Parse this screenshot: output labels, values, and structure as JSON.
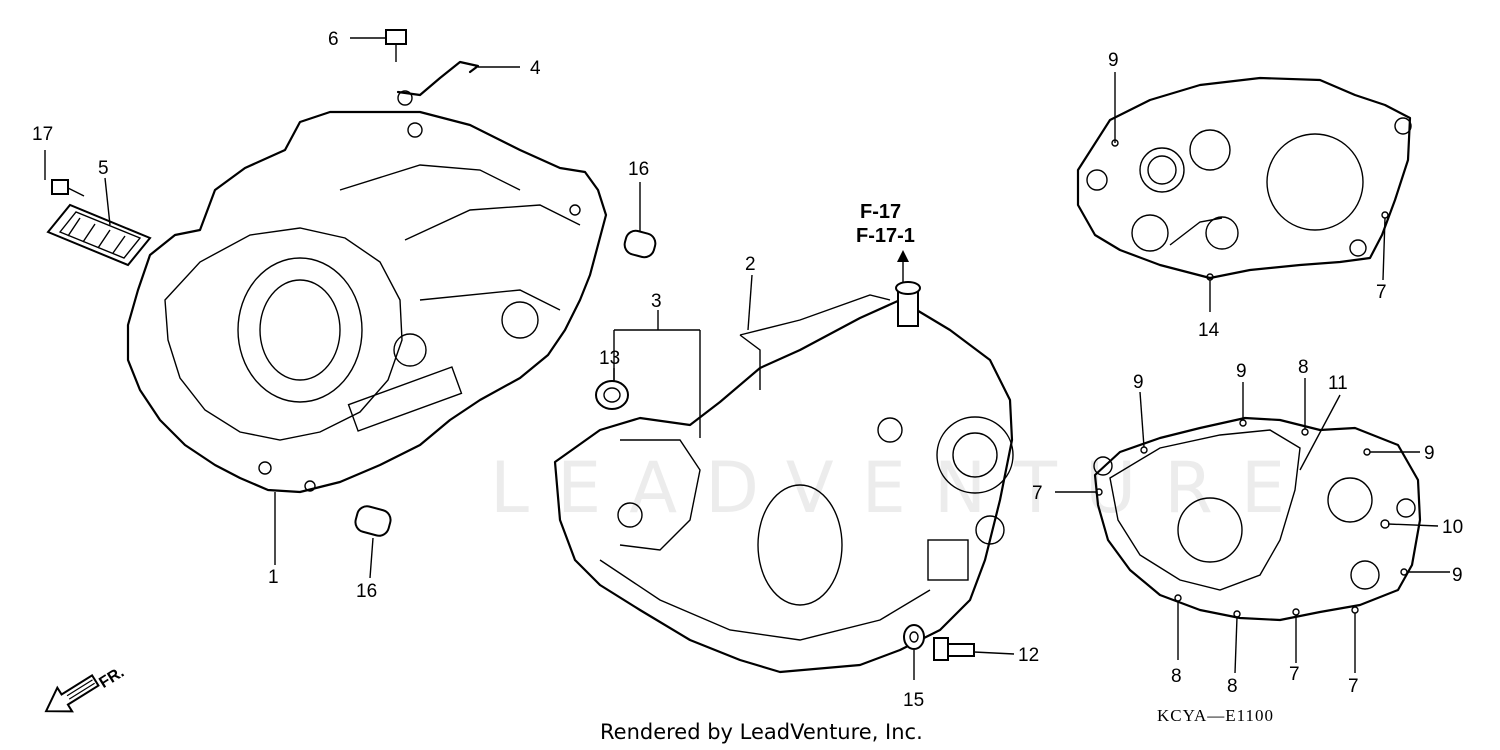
{
  "callouts": {
    "c1": "1",
    "c2": "2",
    "c3": "3",
    "c4": "4",
    "c5": "5",
    "c6": "6",
    "c7a": "7",
    "c7b": "7",
    "c7c": "7",
    "c7d": "7",
    "c8a": "8",
    "c8b": "8",
    "c8c": "8",
    "c9a": "9",
    "c9b": "9",
    "c9c": "9",
    "c9d": "9",
    "c9e": "9",
    "c10": "10",
    "c11": "11",
    "c12": "12",
    "c13": "13",
    "c14": "14",
    "c15": "15",
    "c16a": "16",
    "c16b": "16",
    "c17": "17"
  },
  "references": {
    "ref1": "F-17",
    "ref2": "F-17-1"
  },
  "front_indicator": "FR.",
  "watermark": "LEADVENTURE",
  "diagram_code": "KCYA—E1100",
  "footer": "Rendered by LeadVenture, Inc."
}
